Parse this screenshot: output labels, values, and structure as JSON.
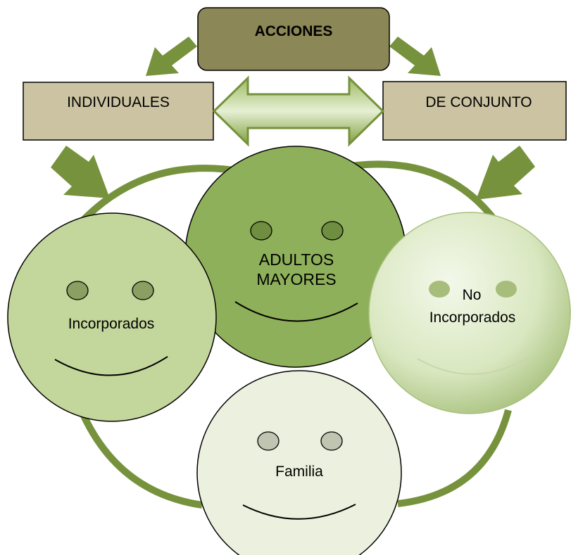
{
  "diagram": {
    "top_box": {
      "label": "ACCIONES"
    },
    "left_box": {
      "label": "INDIVIDUALES"
    },
    "right_box": {
      "label": "DE CONJUNTO"
    },
    "faces": {
      "center": {
        "label_line1": "ADULTOS",
        "label_line2": "MAYORES"
      },
      "left": {
        "label": "Incorporados"
      },
      "right": {
        "label_line1": "No",
        "label_line2": "Incorporados"
      },
      "bottom": {
        "label": "Familia"
      }
    }
  },
  "colors": {
    "top_box_fill": "#8b8756",
    "side_box_fill": "#cbc3a2",
    "arrow_green": "#76923c",
    "center_face": "#8fb05a",
    "left_face": "#c3d69b",
    "right_face": "#d7e4bd",
    "bottom_face": "#ebf1de",
    "eye_fill": "#8a9f62"
  }
}
